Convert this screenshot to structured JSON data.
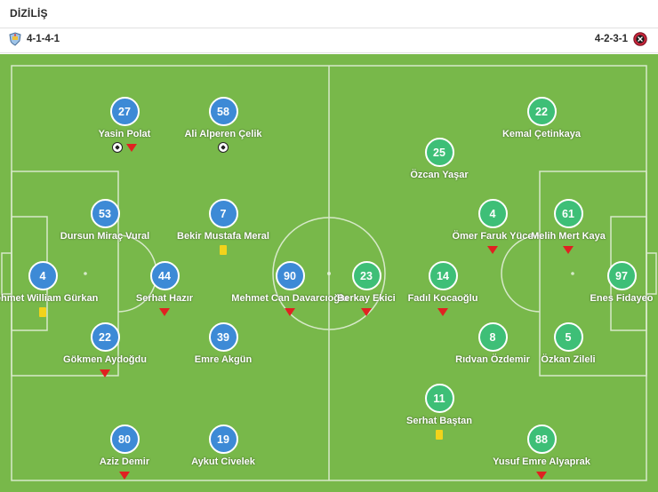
{
  "section_title": "DİZİLİŞ",
  "home": {
    "formation": "4-1-4-1",
    "color": "#3d8ad6",
    "logo_icon": "home-team-crest-icon",
    "players": [
      {
        "number": "27",
        "name": "Yasin Polat",
        "events": [
          "goal",
          "sub"
        ]
      },
      {
        "number": "58",
        "name": "Ali Alperen Çelik",
        "events": [
          "goal"
        ]
      },
      {
        "number": "53",
        "name": "Dursun Miraç Vural",
        "events": []
      },
      {
        "number": "7",
        "name": "Bekir Mustafa Meral",
        "events": [
          "yellow"
        ]
      },
      {
        "number": "4",
        "name": "Mehmet William Gürkan",
        "events": [
          "yellow"
        ]
      },
      {
        "number": "44",
        "name": "Serhat Hazır",
        "events": [
          "sub"
        ]
      },
      {
        "number": "90",
        "name": "Mehmet Can Davarcıoğlu",
        "events": [
          "sub"
        ]
      },
      {
        "number": "22",
        "name": "Gökmen Aydoğdu",
        "events": [
          "sub"
        ]
      },
      {
        "number": "39",
        "name": "Emre Akgün",
        "events": []
      },
      {
        "number": "80",
        "name": "Aziz Demir",
        "events": [
          "sub"
        ]
      },
      {
        "number": "19",
        "name": "Aykut Civelek",
        "events": []
      }
    ]
  },
  "away": {
    "formation": "4-2-3-1",
    "color": "#3ebf77",
    "logo_icon": "away-team-crest-icon",
    "players": [
      {
        "number": "22",
        "name": "Kemal Çetinkaya",
        "events": []
      },
      {
        "number": "25",
        "name": "Özcan Yaşar",
        "events": []
      },
      {
        "number": "4",
        "name": "Ömer Faruk Yüce",
        "events": [
          "sub"
        ]
      },
      {
        "number": "61",
        "name": "Melih Mert Kaya",
        "events": [
          "sub"
        ]
      },
      {
        "number": "23",
        "name": "Berkay Ekici",
        "events": [
          "sub"
        ]
      },
      {
        "number": "14",
        "name": "Fadıl Kocaoğlu",
        "events": [
          "sub"
        ]
      },
      {
        "number": "97",
        "name": "Enes Fidayeo",
        "events": []
      },
      {
        "number": "8",
        "name": "Rıdvan Özdemir",
        "events": []
      },
      {
        "number": "5",
        "name": "Özkan Zileli",
        "events": []
      },
      {
        "number": "11",
        "name": "Serhat Baştan",
        "events": [
          "yellow"
        ]
      },
      {
        "number": "88",
        "name": "Yusuf Emre Alyaprak",
        "events": [
          "sub"
        ]
      }
    ]
  },
  "event_icons": {
    "goal": "football-icon",
    "sub": "substitution-arrow-icon",
    "yellow": "yellow-card-icon"
  },
  "pitch_color": "#78b84a"
}
